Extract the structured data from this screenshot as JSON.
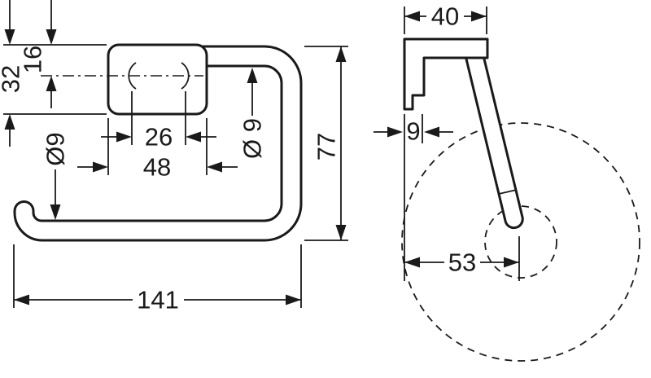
{
  "drawing": {
    "title": "toilet-roll-holder-technical-drawing",
    "front_view": {
      "plate_height": "32",
      "hole_offset": "16",
      "hook_diameter": "Ø9",
      "hole_spacing": "26",
      "plate_width": "48",
      "bar_diameter": "Ø 9",
      "overall_height": "77",
      "overall_width": "141"
    },
    "side_view": {
      "depth": "40",
      "plate_thickness": "9",
      "roll_center_offset": "53"
    },
    "colors": {
      "line": "#1a1a1a",
      "background": "#ffffff"
    }
  }
}
